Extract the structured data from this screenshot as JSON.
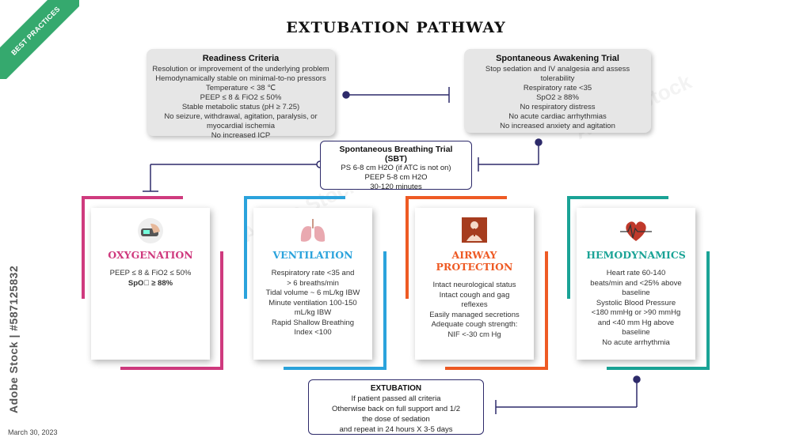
{
  "ribbon": "BEST PRACTICES",
  "title": "EXTUBATION PATHWAY",
  "readiness": {
    "heading": "Readiness Criteria",
    "lines": [
      "Resolution or improvement of the underlying problem",
      "Hemodynamically stable on minimal-to-no pressors",
      "Temperature < 38 ℃",
      "PEEP ≤ 8 & FiO2 ≤ 50%",
      "Stable metabolic status (pH ≥ 7.25)",
      "No seizure, withdrawal, agitation, paralysis, or",
      "myocardial ischemia",
      "No increased ICP"
    ]
  },
  "sat": {
    "heading": "Spontaneous Awakening Trial",
    "lines": [
      "Stop sedation and IV analgesia and assess",
      "tolerability",
      "Respiratory rate <35",
      "SpO2 ≥ 88%",
      "No respiratory distress",
      "No acute cardiac arrhythmias",
      "No increased anxiety and agitation"
    ]
  },
  "sbt": {
    "heading": "Spontaneous Breathing Trial",
    "heading2": "(SBT)",
    "lines": [
      "PS 6-8 cm H2O (if ATC is not on)",
      "PEEP 5-8 cm H2O",
      "30-120 minutes"
    ]
  },
  "cards": [
    {
      "title": "OXYGENATION",
      "color": "#cf3a7e",
      "icon": "pulse-oximeter-icon",
      "lines": [
        "PEEP ≤ 8 & FiO2 ≤ 50%",
        "SpO\u0000 ≥ 88%"
      ]
    },
    {
      "title": "VENTILATION",
      "color": "#2ba3dc",
      "icon": "lungs-icon",
      "lines": [
        "Respiratory rate <35 and",
        "> 6 breaths/min",
        "Tidal volume ~ 6 mL/kg IBW",
        "Minute ventilation 100-150",
        "mL/kg IBW",
        "Rapid Shallow Breathing",
        "Index <100"
      ]
    },
    {
      "title": "AIRWAY PROTECTION",
      "color": "#ee5a24",
      "icon": "airway-icon",
      "lines": [
        "Intact neurological status",
        "Intact cough and gag",
        "reflexes",
        "Easily managed secretions",
        "Adequate cough strength:",
        "NIF <-30 cm Hg"
      ]
    },
    {
      "title": "HEMODYNAMICS",
      "color": "#1aa396",
      "icon": "heart-ecg-icon",
      "lines": [
        "Heart rate  60-140",
        "beats/min and <25% above",
        "baseline",
        "Systolic Blood Pressure",
        "<180 mmHg or >90 mmHg",
        "and <40 mm Hg above",
        "baseline",
        "No acute arrhythmia"
      ]
    }
  ],
  "extubation": {
    "heading": "EXTUBATION",
    "lines": [
      "If patient passed all criteria",
      "Otherwise back on full support and 1/2",
      "the dose of sedation",
      "and repeat in 24 hours X 3-5 days"
    ]
  },
  "side_text": "Adobe Stock | #587125832",
  "date": "March 30, 2023",
  "watermark": "Adobe Stock",
  "colors": {
    "line": "#2d2a6a",
    "ribbon": "#35a96e"
  }
}
